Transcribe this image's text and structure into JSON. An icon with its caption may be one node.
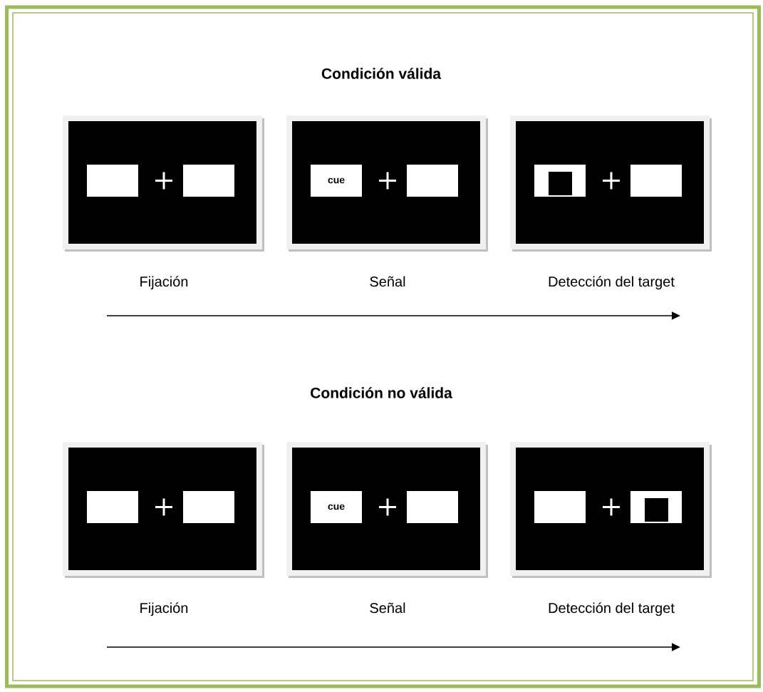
{
  "diagram": {
    "nodes": [
      {
        "text": [],
        "shape": "box",
        "beside": [
          "Fijación"
        ]
      },
      {
        "text": [],
        "shape": "box",
        "beside": [
          "Señal"
        ]
      },
      {
        "text": [
          "cue"
        ],
        "in": 1
      },
      {
        "text": [],
        "shape": "box",
        "beside": [
          "Detección del target"
        ]
      },
      {
        "text": [],
        "shape": "box",
        "beside": [
          "Fijación"
        ]
      },
      {
        "text": [],
        "shape": "box",
        "beside": [
          "Señal"
        ]
      },
      {
        "text": [
          "cue"
        ],
        "in": 5
      },
      {
        "text": [],
        "shape": "box",
        "beside": [
          "Detección del target"
        ]
      }
    ],
    "labels": [
      "Condición válida",
      "Condición no válida"
    ]
  }
}
